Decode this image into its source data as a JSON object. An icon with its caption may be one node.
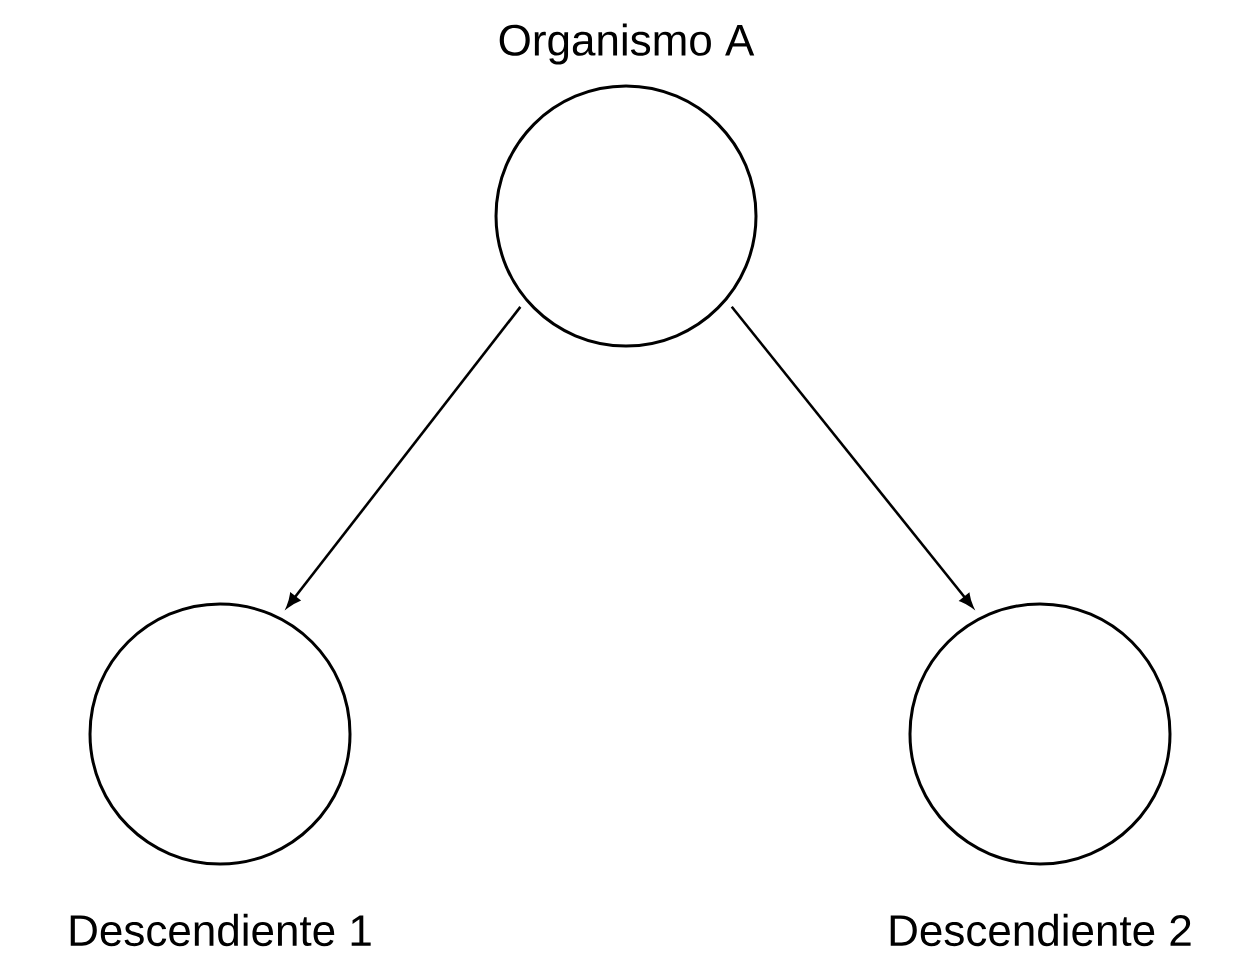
{
  "diagram": {
    "nodes": [
      {
        "text": [
          "Organismo A"
        ]
      },
      {
        "text": [
          "Descendiente 1"
        ]
      },
      {
        "text": [
          "Descendiente 2"
        ]
      }
    ],
    "edges": [
      {
        "from": 0,
        "to": 1,
        "arrow": "to"
      },
      {
        "from": 0,
        "to": 2,
        "arrow": "to"
      }
    ]
  }
}
